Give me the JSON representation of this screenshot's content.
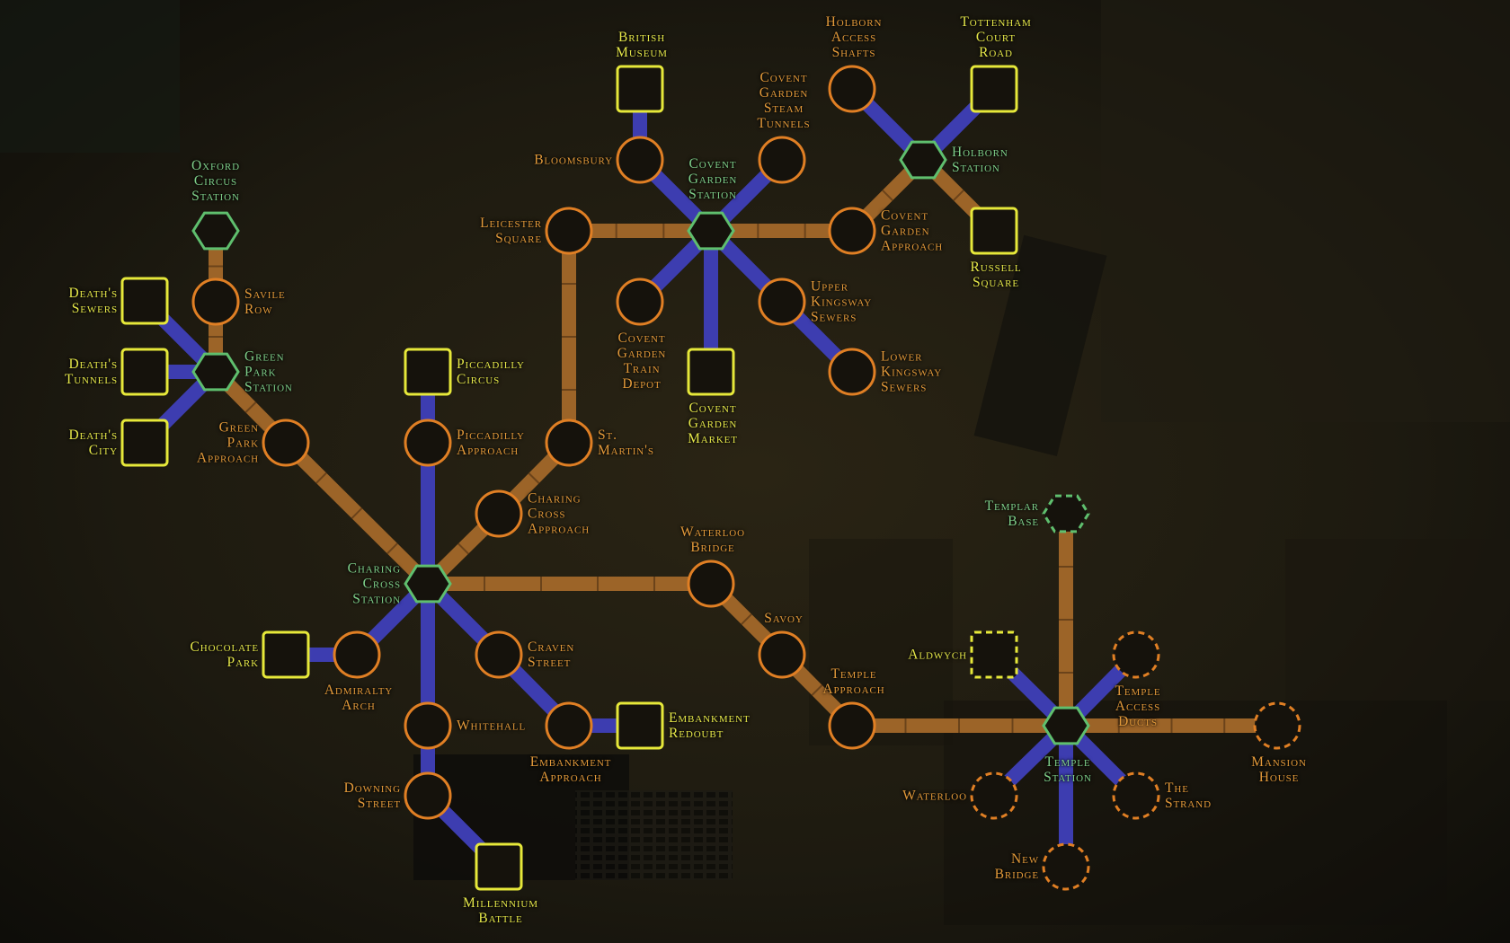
{
  "colors": {
    "background": "#1a170f",
    "line_orange": "#9c6428",
    "line_blue": "#3d3db0",
    "node_station": "#5fbf6e",
    "node_sector": "#e07f24",
    "node_objective": "#e6e83a"
  },
  "map": {
    "nodes": [
      {
        "id": "oxford-circus-station",
        "label": "Oxford Circus Station",
        "type": "station"
      },
      {
        "id": "savile-row",
        "label": "Savile Row",
        "type": "sector"
      },
      {
        "id": "green-park-station",
        "label": "Green Park Station",
        "type": "station"
      },
      {
        "id": "deaths-sewers",
        "label": "Death's Sewers",
        "type": "objective"
      },
      {
        "id": "deaths-tunnels",
        "label": "Death's Tunnels",
        "type": "objective"
      },
      {
        "id": "deaths-city",
        "label": "Death's City",
        "type": "objective"
      },
      {
        "id": "green-park-approach",
        "label": "Green Park Approach",
        "type": "sector"
      },
      {
        "id": "piccadilly-circus",
        "label": "Piccadilly Circus",
        "type": "objective"
      },
      {
        "id": "piccadilly-approach",
        "label": "Piccadilly Approach",
        "type": "sector"
      },
      {
        "id": "st-martins",
        "label": "St. Martin's",
        "type": "sector"
      },
      {
        "id": "charing-cross-approach",
        "label": "Charing Cross Approach",
        "type": "sector"
      },
      {
        "id": "charing-cross-station",
        "label": "Charing Cross Station",
        "type": "station"
      },
      {
        "id": "chocolate-park",
        "label": "Chocolate Park",
        "type": "objective"
      },
      {
        "id": "admiralty-arch",
        "label": "Admiralty Arch",
        "type": "sector"
      },
      {
        "id": "craven-street",
        "label": "Craven Street",
        "type": "sector"
      },
      {
        "id": "whitehall",
        "label": "Whitehall",
        "type": "sector"
      },
      {
        "id": "embankment-approach",
        "label": "Embankment Approach",
        "type": "sector"
      },
      {
        "id": "embankment-redoubt",
        "label": "Embankment Redoubt",
        "type": "objective"
      },
      {
        "id": "downing-street",
        "label": "Downing Street",
        "type": "sector"
      },
      {
        "id": "millennium-battle",
        "label": "Millennium Battle",
        "type": "objective"
      },
      {
        "id": "waterloo-bridge",
        "label": "Waterloo Bridge",
        "type": "sector"
      },
      {
        "id": "savoy",
        "label": "Savoy",
        "type": "sector"
      },
      {
        "id": "temple-approach",
        "label": "Temple Approach",
        "type": "sector"
      },
      {
        "id": "leicester-square",
        "label": "Leicester Square",
        "type": "sector"
      },
      {
        "id": "british-museum",
        "label": "British Museum",
        "type": "objective"
      },
      {
        "id": "bloomsbury",
        "label": "Bloomsbury",
        "type": "sector"
      },
      {
        "id": "covent-garden-station",
        "label": "Covent Garden Station",
        "type": "station"
      },
      {
        "id": "covent-garden-steam-tunnels",
        "label": "Covent Garden Steam Tunnels",
        "type": "sector"
      },
      {
        "id": "covent-garden-train-depot",
        "label": "Covent Garden Train Depot",
        "type": "sector"
      },
      {
        "id": "covent-garden-market",
        "label": "Covent Garden Market",
        "type": "objective"
      },
      {
        "id": "upper-kingsway-sewers",
        "label": "Upper Kingsway Sewers",
        "type": "sector"
      },
      {
        "id": "lower-kingsway-sewers",
        "label": "Lower Kingsway Sewers",
        "type": "sector"
      },
      {
        "id": "covent-garden-approach",
        "label": "Covent Garden Approach",
        "type": "sector"
      },
      {
        "id": "holborn-station",
        "label": "Holborn Station",
        "type": "station"
      },
      {
        "id": "holborn-access-shafts",
        "label": "Holborn Access Shafts",
        "type": "sector"
      },
      {
        "id": "tottenham-court-road",
        "label": "Tottenham Court Road",
        "type": "objective"
      },
      {
        "id": "russell-square",
        "label": "Russell Square",
        "type": "objective"
      },
      {
        "id": "templar-base",
        "label": "Templar Base",
        "type": "station",
        "dashed": true
      },
      {
        "id": "aldwych",
        "label": "Aldwych",
        "type": "objective",
        "dashed": true
      },
      {
        "id": "temple-station",
        "label": "Temple Station",
        "type": "station"
      },
      {
        "id": "temple-access-ducts",
        "label": "Temple Access Ducts",
        "type": "sector",
        "dashed": true
      },
      {
        "id": "mansion-house",
        "label": "Mansion House",
        "type": "sector",
        "dashed": true
      },
      {
        "id": "waterloo",
        "label": "Waterloo",
        "type": "sector",
        "dashed": true
      },
      {
        "id": "the-strand",
        "label": "The Strand",
        "type": "sector",
        "dashed": true
      },
      {
        "id": "new-bridge",
        "label": "New Bridge",
        "type": "sector",
        "dashed": true
      }
    ],
    "links": [
      {
        "from": "oxford-circus-station",
        "to": "savile-row",
        "line": "orange"
      },
      {
        "from": "savile-row",
        "to": "green-park-station",
        "line": "orange"
      },
      {
        "from": "deaths-sewers",
        "to": "green-park-station",
        "line": "blue"
      },
      {
        "from": "deaths-tunnels",
        "to": "green-park-station",
        "line": "blue"
      },
      {
        "from": "deaths-city",
        "to": "green-park-station",
        "line": "blue"
      },
      {
        "from": "green-park-station",
        "to": "green-park-approach",
        "line": "orange"
      },
      {
        "from": "green-park-approach",
        "to": "charing-cross-station",
        "line": "orange"
      },
      {
        "from": "piccadilly-circus",
        "to": "piccadilly-approach",
        "line": "blue"
      },
      {
        "from": "piccadilly-approach",
        "to": "charing-cross-station",
        "line": "blue"
      },
      {
        "from": "st-martins",
        "to": "charing-cross-approach",
        "line": "orange"
      },
      {
        "from": "charing-cross-approach",
        "to": "charing-cross-station",
        "line": "orange"
      },
      {
        "from": "st-martins",
        "to": "leicester-square",
        "line": "orange"
      },
      {
        "from": "leicester-square",
        "to": "covent-garden-station",
        "line": "orange"
      },
      {
        "from": "charing-cross-station",
        "to": "waterloo-bridge",
        "line": "orange"
      },
      {
        "from": "waterloo-bridge",
        "to": "savoy",
        "line": "orange"
      },
      {
        "from": "savoy",
        "to": "temple-approach",
        "line": "orange"
      },
      {
        "from": "temple-approach",
        "to": "temple-station",
        "line": "orange"
      },
      {
        "from": "charing-cross-station",
        "to": "admiralty-arch",
        "line": "blue"
      },
      {
        "from": "admiralty-arch",
        "to": "chocolate-park",
        "line": "blue"
      },
      {
        "from": "charing-cross-station",
        "to": "craven-street",
        "line": "blue"
      },
      {
        "from": "craven-street",
        "to": "embankment-approach",
        "line": "blue"
      },
      {
        "from": "embankment-approach",
        "to": "embankment-redoubt",
        "line": "blue"
      },
      {
        "from": "charing-cross-station",
        "to": "whitehall",
        "line": "blue"
      },
      {
        "from": "whitehall",
        "to": "downing-street",
        "line": "blue"
      },
      {
        "from": "downing-street",
        "to": "millennium-battle",
        "line": "blue"
      },
      {
        "from": "british-museum",
        "to": "bloomsbury",
        "line": "blue"
      },
      {
        "from": "bloomsbury",
        "to": "covent-garden-station",
        "line": "blue"
      },
      {
        "from": "covent-garden-station",
        "to": "covent-garden-steam-tunnels",
        "line": "blue"
      },
      {
        "from": "covent-garden-station",
        "to": "covent-garden-train-depot",
        "line": "blue"
      },
      {
        "from": "covent-garden-station",
        "to": "covent-garden-market",
        "line": "blue"
      },
      {
        "from": "covent-garden-station",
        "to": "upper-kingsway-sewers",
        "line": "blue"
      },
      {
        "from": "upper-kingsway-sewers",
        "to": "lower-kingsway-sewers",
        "line": "blue"
      },
      {
        "from": "covent-garden-station",
        "to": "covent-garden-approach",
        "line": "orange"
      },
      {
        "from": "covent-garden-approach",
        "to": "holborn-station",
        "line": "orange"
      },
      {
        "from": "holborn-station",
        "to": "holborn-access-shafts",
        "line": "blue"
      },
      {
        "from": "holborn-station",
        "to": "tottenham-court-road",
        "line": "blue"
      },
      {
        "from": "holborn-station",
        "to": "russell-square",
        "line": "orange"
      },
      {
        "from": "templar-base",
        "to": "temple-station",
        "line": "orange"
      },
      {
        "from": "aldwych",
        "to": "temple-station",
        "line": "blue"
      },
      {
        "from": "temple-access-ducts",
        "to": "temple-station",
        "line": "blue"
      },
      {
        "from": "temple-station",
        "to": "mansion-house",
        "line": "orange"
      },
      {
        "from": "temple-station",
        "to": "waterloo",
        "line": "blue"
      },
      {
        "from": "temple-station",
        "to": "the-strand",
        "line": "blue"
      },
      {
        "from": "temple-station",
        "to": "new-bridge",
        "line": "blue"
      }
    ]
  }
}
